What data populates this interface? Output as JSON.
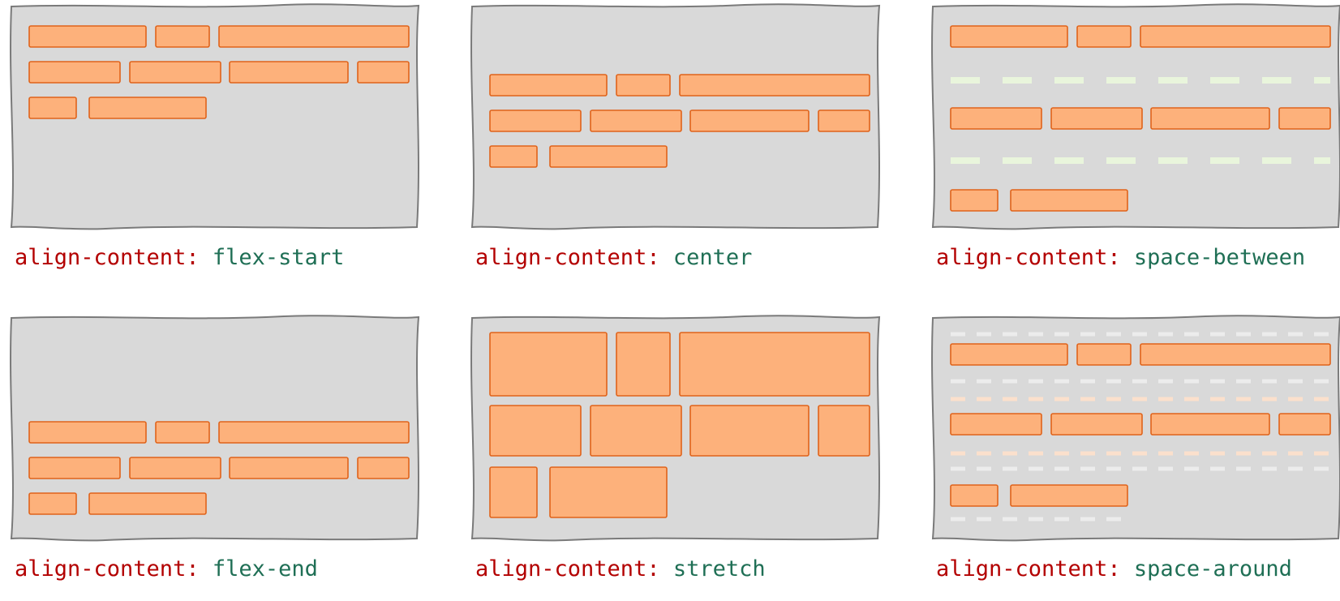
{
  "colors": {
    "container_fill": "#d9d9d9",
    "container_stroke": "#7a7a7a",
    "item_fill": "#fdb17b",
    "item_stroke": "#e0631a",
    "gap_between": "#e9f5dc",
    "gap_around_outer": "#ececec",
    "gap_around_inner": "#fbe0cc",
    "property": "#b30000",
    "value": "#1f6f55"
  },
  "panels": [
    {
      "property": "align-content:",
      "value": "flex-start"
    },
    {
      "property": "align-content:",
      "value": "center"
    },
    {
      "property": "align-content:",
      "value": "space-between"
    },
    {
      "property": "align-content:",
      "value": "flex-end"
    },
    {
      "property": "align-content:",
      "value": "stretch"
    },
    {
      "property": "align-content:",
      "value": "space-around"
    }
  ]
}
